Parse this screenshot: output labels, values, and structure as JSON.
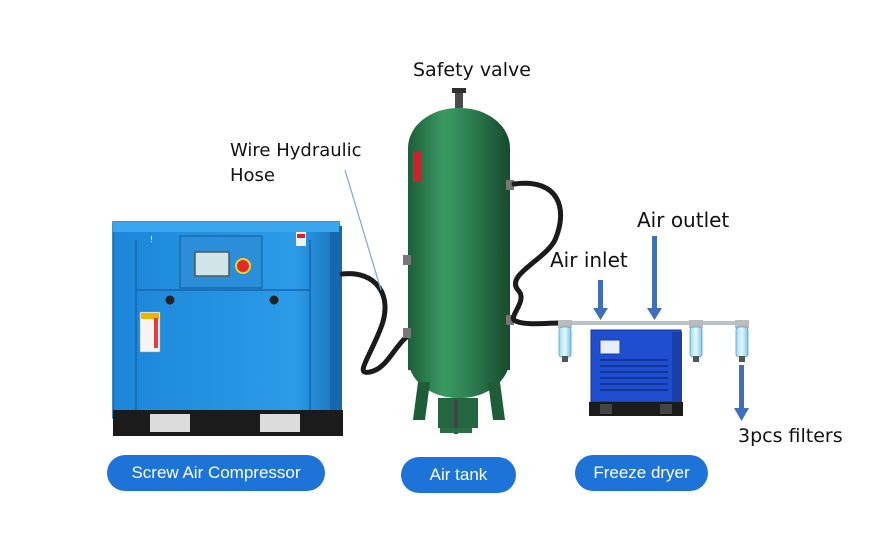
{
  "labels": {
    "safety_valve": "Safety valve",
    "wire_hose_line1": "Wire Hydraulic",
    "wire_hose_line2": "Hose",
    "air_outlet": "Air outlet",
    "air_inlet": "Air inlet",
    "filters": "3pcs filters"
  },
  "buttons": {
    "compressor": "Screw Air Compressor",
    "tank": "Air tank",
    "dryer": "Freeze dryer"
  },
  "compressor_panel": {
    "warning_tag": "!"
  },
  "colors": {
    "compressor_blue": "#1f8fe0",
    "tank_green": "#2b7d4f",
    "dryer_blue": "#1f4fd0",
    "pill_blue": "#1e73d8",
    "arrow_blue": "#3e6fb8",
    "hose_black": "#1b1b1b"
  }
}
